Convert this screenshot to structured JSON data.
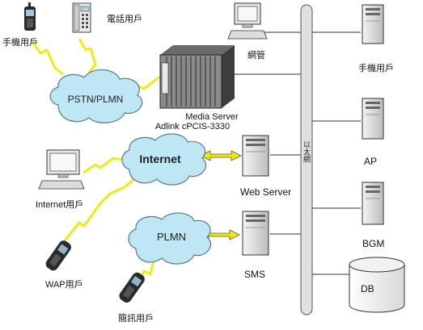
{
  "labels": {
    "mobile_user_left": "手機用戶",
    "phone_user": "電話用戶",
    "pstn_plmn": "PSTN/PLMN",
    "media_server_line1": "Media Server",
    "media_server_line2": "Adlink cPCIS-3330",
    "network_mgmt": "網管",
    "mobile_user_right": "手機用戶",
    "internet": "Internet",
    "internet_user": "Internet用戶",
    "web_server": "Web Server",
    "ap": "AP",
    "plmn": "PLMN",
    "wap_user": "WAP用戶",
    "sms": "SMS",
    "bgm": "BGM",
    "sms_user": "簡訊用戶",
    "db": "DB",
    "backbone": "以太網"
  },
  "colors": {
    "cloud_fill": "#bfe6f5",
    "cloud_stroke": "#5a7a8a",
    "lightning": "#f2ea12",
    "arrow_yellow": "#f7e600",
    "backbone_fill": "#e0e0e0",
    "line": "#333333"
  }
}
